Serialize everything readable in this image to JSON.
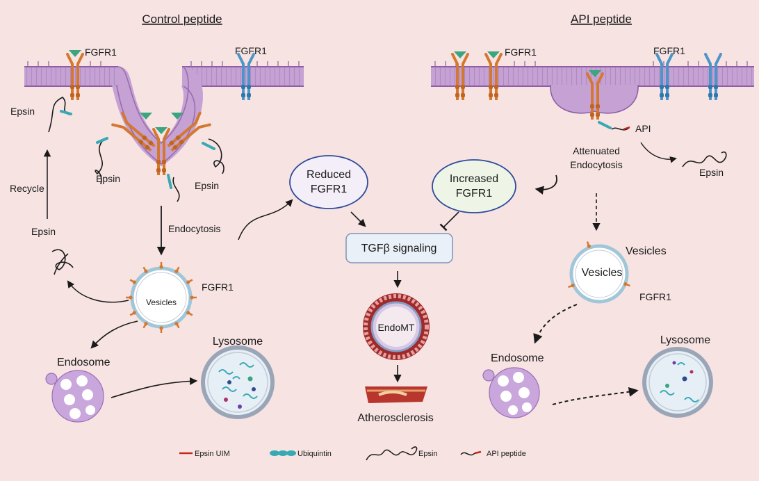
{
  "titles": {
    "control": "Control peptide",
    "api": "API peptide"
  },
  "left": {
    "fgfr1_top": "FGFR1",
    "fgfr1_right": "FGFR1",
    "epsin_a": "Epsin",
    "epsin_b": "Epsin",
    "epsin_c": "Epsin",
    "epsin_free": "Epsin",
    "recycle": "Recycle",
    "endocytosis": "Endocytosis",
    "vesicles": "Vesicles",
    "fgfr1_vesicle": "FGFR1",
    "endosome": "Endosome",
    "lysosome": "Lysosome"
  },
  "center": {
    "reduced": [
      "Reduced",
      "FGFR1"
    ],
    "increased": [
      "Increased",
      "FGFR1"
    ],
    "tgfb": "TGFβ signaling",
    "endomt": "EndoMT",
    "athero": "Atherosclerosis"
  },
  "right": {
    "fgfr1_a": "FGFR1",
    "fgfr1_b": "FGFR1",
    "api": "API",
    "attenuated": [
      "Attenuated",
      "Endocytosis"
    ],
    "epsin": "Epsin",
    "vesicles_out": "Vesicles",
    "vesicles_in": "Vesicles",
    "fgfr1_vesicle": "FGFR1",
    "endosome": "Endosome",
    "lysosome": "Lysosome"
  },
  "legend": {
    "uim": "Epsin UIM",
    "ubiquitin": "Ubiquintin",
    "epsin": "Epsin",
    "api_peptide": "API peptide"
  },
  "colors": {
    "membrane": "#b98fc8",
    "receptor_orange": "#d5782f",
    "receptor_blue": "#4d95c8",
    "ligand_green": "#3aa57e",
    "ubiquitin": "#37a9b3",
    "uim_red": "#c3271f",
    "box_border": "#7f93b7",
    "box_fill": "#e9f0f8",
    "reduced_fill": "#f4eef8",
    "increased_fill": "#eef5e6",
    "endosome_fill": "#c9a6dc",
    "lysosome_ring": "#9aa6b7"
  }
}
